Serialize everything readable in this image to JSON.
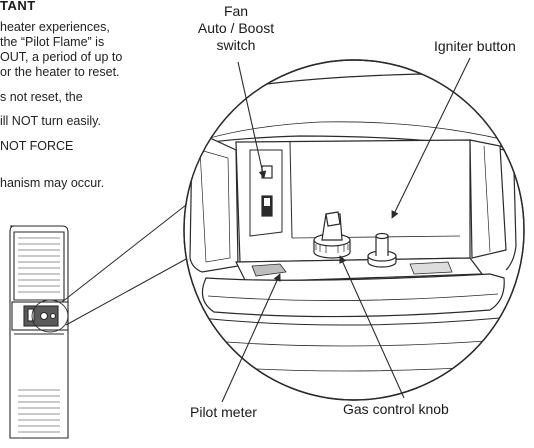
{
  "notice": {
    "heading": "TANT",
    "lines": [
      "heater experiences,",
      "the “Pilot Flame”  is",
      "OUT, a period of up to",
      "or the heater to reset.",
      "s not reset, the",
      "ill NOT turn easily.",
      "NOT FORCE",
      "hanism may occur."
    ]
  },
  "callouts": {
    "fan_switch": [
      "Fan",
      "Auto / Boost",
      "switch"
    ],
    "igniter_button": "Igniter button",
    "pilot_meter": "Pilot meter",
    "gas_control_knob": "Gas control knob"
  },
  "colors": {
    "line": "#2a2a2a",
    "text": "#1a1a1a",
    "shade": "#bdbdbd",
    "background": "#ffffff"
  }
}
